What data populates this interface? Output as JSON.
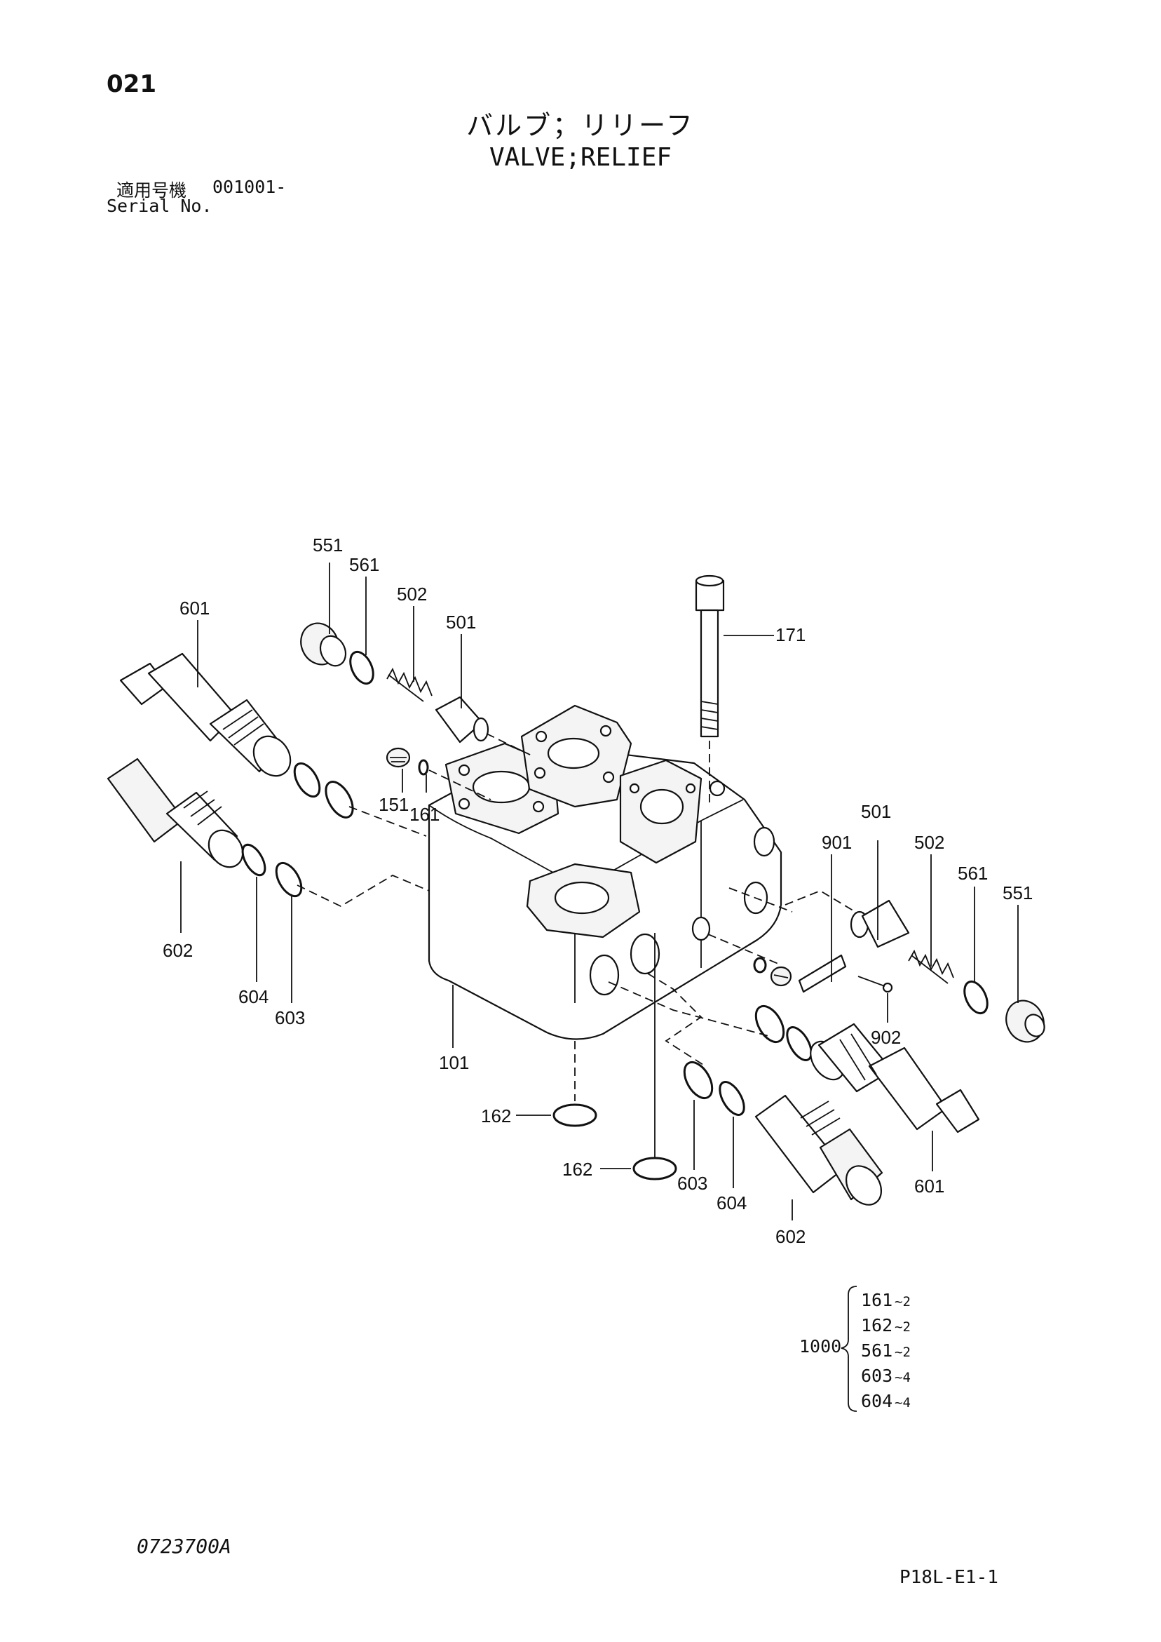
{
  "header": {
    "page_number": "021",
    "title_ja": "バルブ；リリーフ",
    "title_en": "VALVE;RELIEF",
    "serial_label_ja": "適用号機",
    "serial_value": "001001-",
    "serial_label_en": "Serial No."
  },
  "callouts": {
    "c551_top": "551",
    "c561_top": "561",
    "c502_top": "502",
    "c501_top": "501",
    "c601_left": "601",
    "c171": "171",
    "c151": "151",
    "c161": "161",
    "c602_left": "602",
    "c604_left": "604",
    "c603_left": "603",
    "c101": "101",
    "c501_right": "501",
    "c502_right": "502",
    "c561_right": "561",
    "c551_right": "551",
    "c901": "901",
    "c902": "902",
    "c162_upper": "162",
    "c162_lower": "162",
    "c603_bottom": "603",
    "c604_bottom": "604",
    "c602_bottom": "602",
    "c601_right": "601"
  },
  "kit": {
    "number": "1000",
    "items": [
      {
        "part": "161",
        "qty": "~2"
      },
      {
        "part": "162",
        "qty": "~2"
      },
      {
        "part": "561",
        "qty": "~2"
      },
      {
        "part": "603",
        "qty": "~4"
      },
      {
        "part": "604",
        "qty": "~4"
      }
    ]
  },
  "footer": {
    "drawing_number": "0723700A",
    "page_code": "P18L-E1-1"
  }
}
